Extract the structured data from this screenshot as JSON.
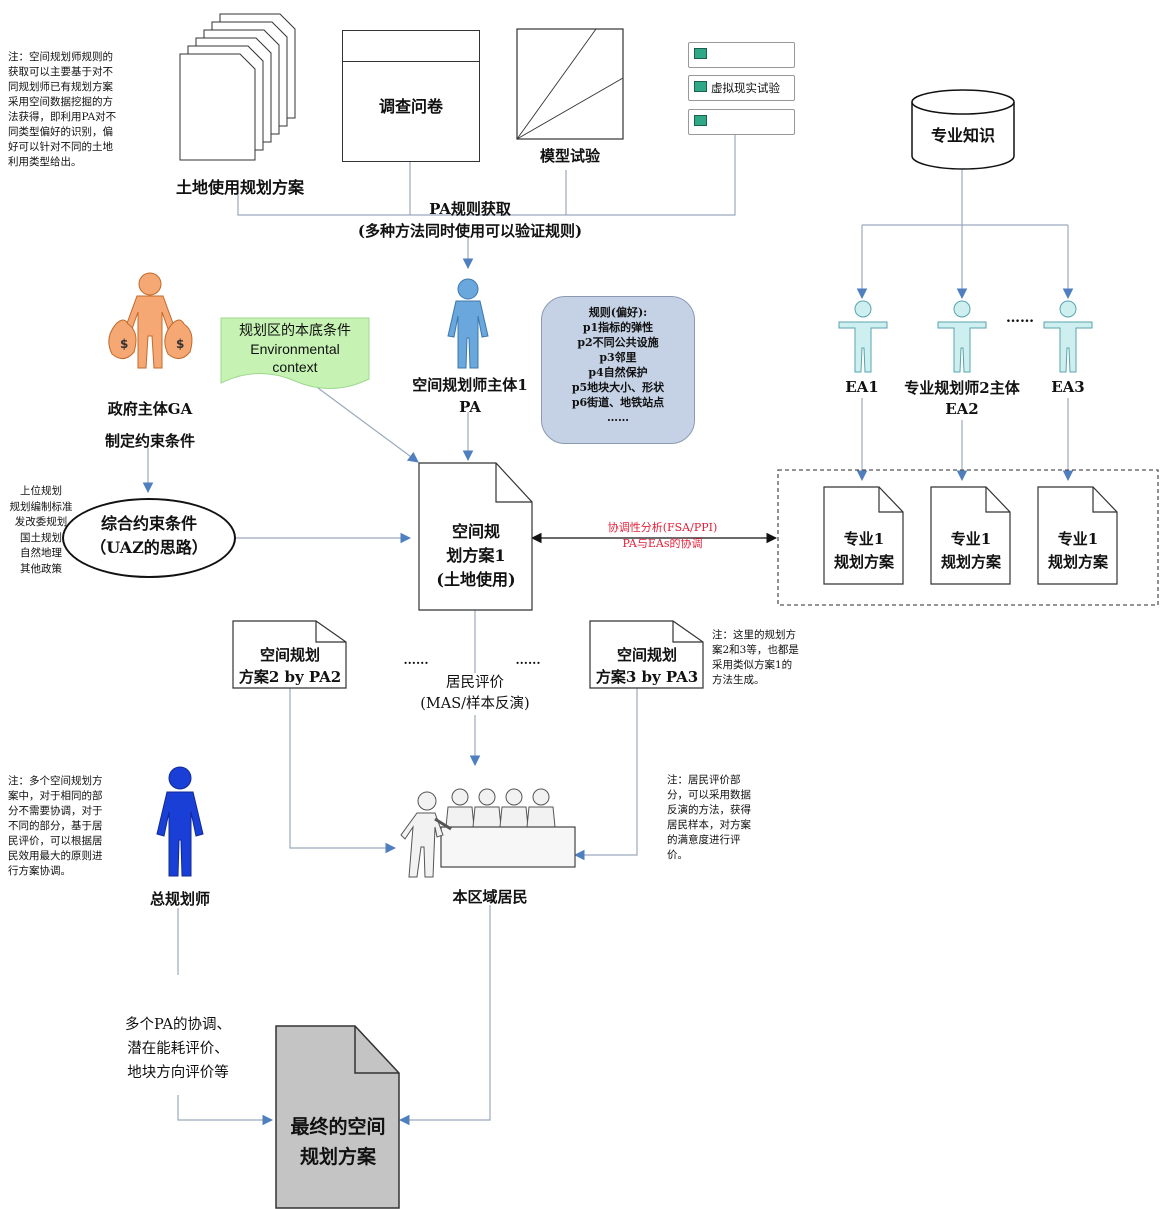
{
  "notes": {
    "top_left": [
      "注：空间规划师规则的",
      "获取可以主要基于对不",
      "同规划师已有规划方案",
      "采用空间数据挖掘的方",
      "法获得，即利用PA对不",
      "同类型偏好的识别，偏",
      "好可以针对不同的土地",
      "利用类型给出。"
    ],
    "middle_right": [
      "注：这里的规划方",
      "案2和3等，也都是",
      "采用类似方案1的",
      "方法生成。"
    ],
    "lower_left": [
      "注：多个空间规划方",
      "案中，对于相同的部",
      "分不需要协调，对于",
      "不同的部分，基于居",
      "民评价，可以根据居",
      "民效用最大的原则进",
      "行方案协调。"
    ],
    "lower_right": [
      "注：居民评价部",
      "分，可以采用数据",
      "反演的方法，获得",
      "居民样本，对方案",
      "的满意度进行评",
      "价。"
    ]
  },
  "top": {
    "land_use_plans": "土地使用规划方案",
    "questionnaire": "调查问卷",
    "model_experiment": "模型试验",
    "vr_experiment": "虚拟现实试验",
    "expert_knowledge": "专业知识"
  },
  "pa_rules": {
    "line1": "PA规则获取",
    "line2": "(多种方法同时使用可以验证规则)"
  },
  "government": {
    "label": "政府主体GA",
    "action": "制定约束条件"
  },
  "environment": {
    "line1": "规划区的本底条件",
    "line2": "Environmental",
    "line3": "context"
  },
  "planner1": {
    "line1": "空间规划师主体1",
    "line2": "PA"
  },
  "rules_box": {
    "title": "规则(偏好):",
    "items": [
      "p1指标的弹性",
      "p2不同公共设施",
      "p3邻里",
      "p4自然保护",
      "p5地块大小、形状",
      "p6街道、地铁站点",
      "……"
    ]
  },
  "experts": {
    "ea1": "EA1",
    "ea2_line1": "专业规划师2主体",
    "ea2_line2": "EA2",
    "ea3": "EA3",
    "dots": "……"
  },
  "constraints": {
    "list": [
      "上位规划",
      "规划编制标准",
      "发改委规划",
      "国土规划",
      "自然地理",
      "其他政策"
    ],
    "ellipse_line1": "综合约束条件",
    "ellipse_line2": "（UAZ的思路）"
  },
  "plan1": {
    "line1": "空间规",
    "line2": "划方案1",
    "line3": "(土地使用)"
  },
  "coordination": {
    "line1": "协调性分析(FSA/PPI)",
    "line2": "PA与EAs的协调"
  },
  "expert_plans": [
    {
      "line1": "专业1",
      "line2": "规划方案"
    },
    {
      "line1": "专业1",
      "line2": "规划方案"
    },
    {
      "line1": "专业1",
      "line2": "规划方案"
    }
  ],
  "plan2": {
    "line1": "空间规划",
    "line2": "方案2 by PA2"
  },
  "plan3": {
    "line1": "空间规划",
    "line2": "方案3 by PA3"
  },
  "evaluation": {
    "dots1": "......",
    "dots2": "......",
    "line1": "居民评价",
    "line2": "(MAS/样本反演)"
  },
  "residents": "本区域居民",
  "chief_planner": "总规划师",
  "coordination_note": [
    "多个PA的协调、",
    "潜在能耗评价、",
    "地块方向评价等"
  ],
  "final_plan": {
    "line1": "最终的空间",
    "line2": "规划方案"
  },
  "colors": {
    "arrow": "#4f7fbf",
    "orange_figure": "#f5a873",
    "blue_figure": "#6aa7dc",
    "dark_blue_figure": "#1a3fd6",
    "cyan_figure": "#cdeff0",
    "rules_fill": "#c5d2e6",
    "env_fill": "#c6f3b3",
    "coord_red": "#e0203a",
    "final_fill": "#c4c4c4"
  }
}
